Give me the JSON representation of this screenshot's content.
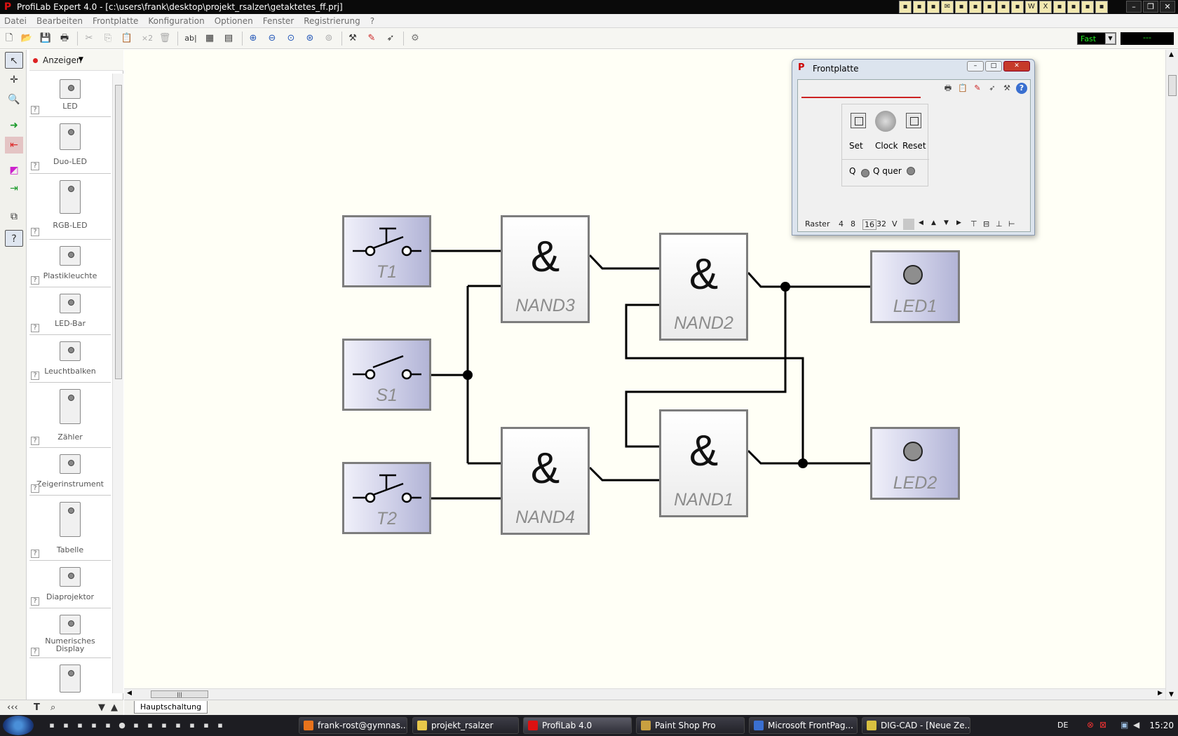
{
  "window": {
    "title": "ProfiLab Expert 4.0 - [c:\\users\\frank\\desktop\\projekt_rsalzer\\getaktetes_ff.prj]"
  },
  "menu": [
    "Datei",
    "Bearbeiten",
    "Frontplatte",
    "Konfiguration",
    "Optionen",
    "Fenster",
    "Registrierung",
    "?"
  ],
  "toolbar": {
    "speed": "Fast",
    "speed_display": "---",
    "text_tool": "ab|",
    "cut_copy": "×2"
  },
  "palette": {
    "header": "Anzeigen",
    "items": [
      {
        "label": "LED",
        "code": "LED0"
      },
      {
        "label": "Duo-LED",
        "code": "DLED0"
      },
      {
        "label": "RGB-LED",
        "code": "RGB0"
      },
      {
        "label": "Plastikleuchte",
        "code": "LA0"
      },
      {
        "label": "LED-Bar",
        "code": "LB0"
      },
      {
        "label": "Leuchtbalken",
        "code": "LB0"
      },
      {
        "label": "Zähler",
        "code": "CO0"
      },
      {
        "label": "Zeigerinstrument",
        "code": "M0"
      },
      {
        "label": "Tabelle",
        "code": "TAB0"
      },
      {
        "label": "Diaprojektor",
        "code": "PJ0"
      },
      {
        "label": "Numerisches Display",
        "code": "ND0"
      },
      {
        "label": "",
        "code": "TXT"
      }
    ],
    "help": "?"
  },
  "circuit": {
    "switches": [
      "T1",
      "S1",
      "T2"
    ],
    "gates": [
      "NAND3",
      "NAND2",
      "NAND4",
      "NAND1"
    ],
    "gate_symbol": "&",
    "leds": [
      "LED1",
      "LED2"
    ]
  },
  "frontplatte": {
    "title": "Frontplatte",
    "controls": [
      "Set",
      "Clock",
      "Reset"
    ],
    "outputs": [
      "Q",
      "Q quer"
    ],
    "status": {
      "raster_label": "Raster",
      "grid": [
        "4",
        "8",
        "16",
        "32"
      ],
      "v": "V"
    }
  },
  "tabs": {
    "active": "Hauptschaltung"
  },
  "taskbar": {
    "tasks": [
      {
        "label": "frank-rost@gymnas...",
        "color": "#e8731c"
      },
      {
        "label": "projekt_rsalzer",
        "color": "#e8c84a"
      },
      {
        "label": "ProfiLab 4.0",
        "color": "#d11"
      },
      {
        "label": "Paint Shop Pro",
        "color": "#c9a040"
      },
      {
        "label": "Microsoft FrontPag...",
        "color": "#3a6fd0"
      },
      {
        "label": "DIG-CAD - [Neue Ze...",
        "color": "#d8c040"
      }
    ],
    "lang": "DE",
    "clock": "15:20"
  }
}
